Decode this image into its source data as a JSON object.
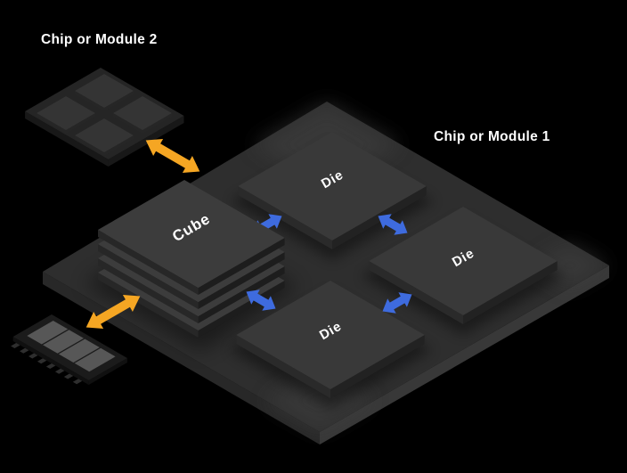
{
  "labels": {
    "module1_title": "Chip or Module 1",
    "module2_title": "Chip or Module 2",
    "cube": "Cube",
    "die_top": "Die",
    "die_right": "Die",
    "die_bottom": "Die"
  },
  "colors": {
    "background": "#000000",
    "text": "#ffffff",
    "orange-arrow": "#f5a623",
    "blue-arrow": "#3e6bde",
    "board-top": "#2e2e2e",
    "board-side-left": "#282828",
    "board-side-right": "#383838",
    "die-top": "#393939",
    "die-side-left": "#2a2a2a",
    "die-side-right": "#222222",
    "cube-top": "#3c3c3c",
    "cube-side-left": "#272727",
    "cube-side-right": "#1d1d1d",
    "module2-top": "#252525",
    "module2-side": "#181818",
    "pad-top": "#343434",
    "pad-side": "#262626",
    "ram-pcb": "#1b1b1b",
    "ram-pcb-side": "#101010",
    "ram-chip": "#575757",
    "ram-pin": "#2e2e2e"
  },
  "connections": [
    {
      "from": "Cube",
      "to": "Die (top)",
      "type": "bidirectional",
      "color": "blue"
    },
    {
      "from": "Die (top)",
      "to": "Die (right)",
      "type": "bidirectional",
      "color": "blue"
    },
    {
      "from": "Cube",
      "to": "Die (bottom)",
      "type": "bidirectional",
      "color": "blue"
    },
    {
      "from": "Die (bottom)",
      "to": "Die (right)",
      "type": "bidirectional",
      "color": "blue"
    },
    {
      "from": "Chip or Module 2",
      "to": "Chip or Module 1",
      "type": "bidirectional",
      "color": "orange"
    },
    {
      "from": "Memory module",
      "to": "Chip or Module 1",
      "type": "bidirectional",
      "color": "orange"
    }
  ]
}
